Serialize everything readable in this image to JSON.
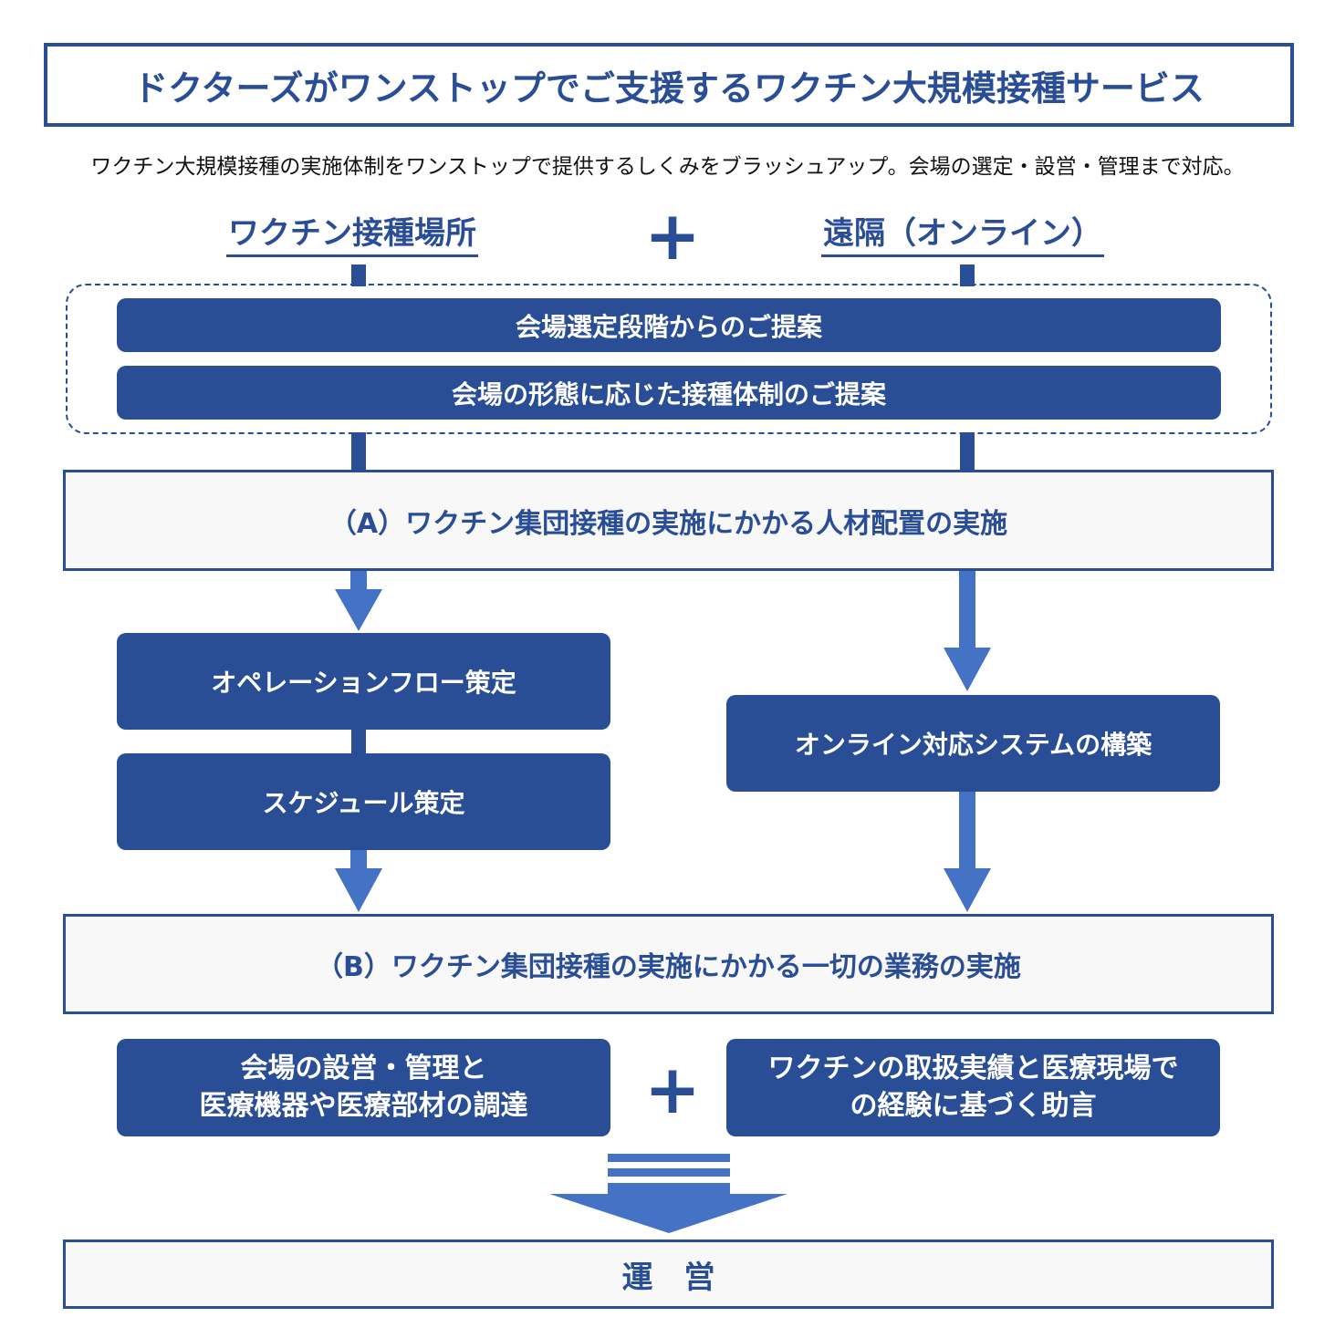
{
  "title": "ドクターズがワンストップでご支援するワクチン大規模接種サービス",
  "subtitle": "ワクチン大規模接種の実施体制をワンストップで提供するしくみをブラッシュアップ。会場の選定・設営・管理まで対応。",
  "headers": {
    "left": "ワクチン接種場所",
    "plus": "+",
    "right": "遠隔（オンライン）"
  },
  "proposals": [
    "会場選定段階からのご提案",
    "会場の形態に応じた接種体制のご提案"
  ],
  "panel_a": "（A）ワクチン集団接種の実施にかかる人材配置の実施",
  "left_steps": [
    "オペレーションフロー策定",
    "スケジュール策定"
  ],
  "right_step": "オンライン対応システムの構築",
  "panel_b": "（B）ワクチン集団接種の実施にかかる一切の業務の実施",
  "bottom_left": [
    "会場の設営・管理と",
    "医療機器や医療部材の調達"
  ],
  "bottom_plus": "+",
  "bottom_right": [
    "ワクチンの取扱実績と医療現場で",
    "の経験に基づく助言"
  ],
  "final": "運　営",
  "colors": {
    "primary": "#2a4e96",
    "arrow": "#4472c4",
    "panel_bg": "#f8f8f8"
  }
}
